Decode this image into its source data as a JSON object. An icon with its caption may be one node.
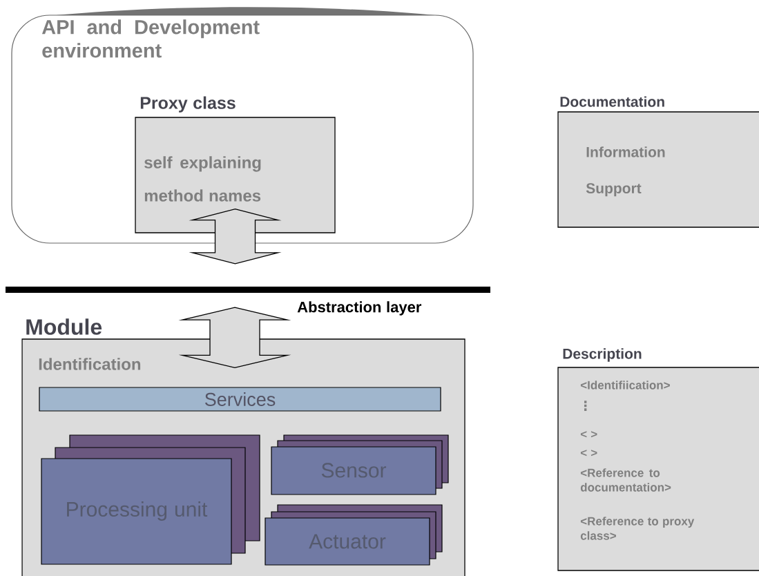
{
  "diagram": {
    "nodes": [
      {
        "text": [
          "API and Development environment"
        ]
      },
      {
        "text": [
          "Proxy class",
          "self explaining method names"
        ],
        "in": 0
      },
      {
        "text": [
          "Module",
          "Identification"
        ]
      },
      {
        "text": [
          "Services"
        ],
        "in": 2
      },
      {
        "text": [
          "Processing unit"
        ],
        "in": 2
      },
      {
        "text": [
          "Sensor"
        ],
        "in": 2
      },
      {
        "text": [
          "Actuator"
        ],
        "in": 2
      },
      {
        "text": [
          "Documentation",
          "Information",
          "Support"
        ]
      },
      {
        "text": [
          "Description",
          "<Identifiication>",
          "⋮",
          "< >",
          "< >",
          "<Reference to documentation>",
          "<Reference to proxy class>"
        ]
      },
      {
        "text": [],
        "shape": "bar",
        "beside": [
          "Abstraction layer"
        ]
      }
    ],
    "edges": [
      {
        "from": 1,
        "to": 9,
        "arrow": "both"
      },
      {
        "from": 9,
        "to": 2,
        "arrow": "both"
      }
    ]
  }
}
